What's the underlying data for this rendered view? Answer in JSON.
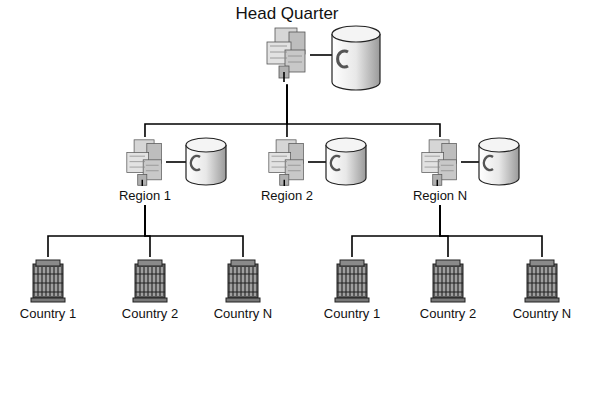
{
  "diagram": {
    "nodes": [
      {
        "text": [
          "Head Quarter"
        ]
      },
      {
        "text": [
          "Region 1"
        ]
      },
      {
        "text": [
          "Region 2"
        ]
      },
      {
        "text": [
          "Region N"
        ]
      },
      {
        "text": [
          "Country 1"
        ]
      },
      {
        "text": [
          "Country 2"
        ]
      },
      {
        "text": [
          "Country N"
        ]
      },
      {
        "text": [
          "Country 1"
        ]
      },
      {
        "text": [
          "Country 2"
        ]
      },
      {
        "text": [
          "Country N"
        ]
      }
    ],
    "edges": [
      {
        "from": 0,
        "to": 1,
        "arrow": "none"
      },
      {
        "from": 0,
        "to": 2,
        "arrow": "none"
      },
      {
        "from": 0,
        "to": 3,
        "arrow": "none"
      },
      {
        "from": 1,
        "to": 4,
        "arrow": "none"
      },
      {
        "from": 1,
        "to": 5,
        "arrow": "none"
      },
      {
        "from": 1,
        "to": 6,
        "arrow": "none"
      },
      {
        "from": 3,
        "to": 7,
        "arrow": "none"
      },
      {
        "from": 3,
        "to": 8,
        "arrow": "none"
      },
      {
        "from": 3,
        "to": 9,
        "arrow": "none"
      }
    ]
  }
}
